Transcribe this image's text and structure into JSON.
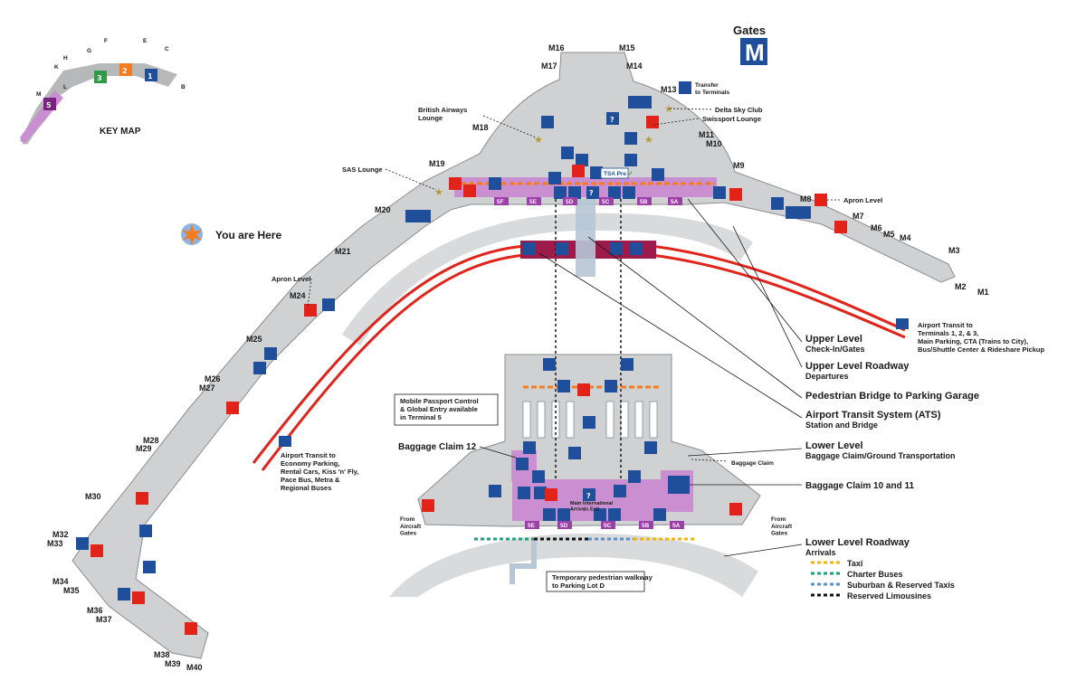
{
  "header": {
    "gates_label": "Gates",
    "concourse_letter": "M"
  },
  "key_map": {
    "title": "KEY MAP",
    "concourses": [
      "G",
      "F",
      "E",
      "C",
      "H",
      "K",
      "B",
      "L",
      "M"
    ],
    "terminals": [
      {
        "num": "1",
        "color": "#1f4e9a"
      },
      {
        "num": "2",
        "color": "#f47b20"
      },
      {
        "num": "3",
        "color": "#2e9a4a"
      },
      {
        "num": "5",
        "color": "#7a2182"
      }
    ]
  },
  "you_are_here": "You are Here",
  "gates": [
    "M1",
    "M2",
    "M3",
    "M4",
    "M5",
    "M6",
    "M7",
    "M8",
    "M9",
    "M10",
    "M11",
    "M13",
    "M14",
    "M15",
    "M16",
    "M17",
    "M18",
    "M19",
    "M20",
    "M21",
    "M24",
    "M25",
    "M26",
    "M27",
    "M28",
    "M29",
    "M30",
    "M32",
    "M33",
    "M34",
    "M35",
    "M36",
    "M37",
    "M38",
    "M39",
    "M40"
  ],
  "lounges": {
    "british_airways": "British Airways\nLounge",
    "delta": "Delta Sky Club",
    "swissport": "Swissport Lounge",
    "sas": "SAS Lounge",
    "transfer": "Transfer\nto Terminals"
  },
  "apron_levels": [
    "Apron Level",
    "Apron Level"
  ],
  "doors_upper": [
    "5F",
    "5E",
    "5D",
    "5C",
    "5B",
    "5A"
  ],
  "doors_lower": [
    "5E",
    "5D",
    "5C",
    "5B",
    "5A"
  ],
  "tsa_pre": "TSA Pre",
  "notes": {
    "mobile_passport": "Mobile Passport Control\n& Global Entry available\nin Terminal 5",
    "baggage_claim_12": "Baggage Claim 12",
    "baggage_claim_small": "Baggage Claim",
    "main_intl_exit": "Main International\nArrivals Exit",
    "from_aircraft_gates": "From\nAircraft\nGates",
    "temp_walkway": "Temporary pedestrian walkway\nto Parking Lot D",
    "transit_economy": "Airport Transit to\nEconomy Parking,\nRental Cars, Kiss 'n' Fly,\nPace Bus, Metra &\nRegional Buses",
    "transit_terminals": "Airport Transit to\nTerminals 1, 2, & 3,\nMain Parking, CTA (Trains to City),\nBus/Shuttle Center & Rideshare Pickup"
  },
  "legend": [
    {
      "title": "Upper Level",
      "sub": "Check-In/Gates"
    },
    {
      "title": "Upper Level Roadway",
      "sub": "Departures"
    },
    {
      "title": "Pedestrian Bridge to Parking Garage",
      "sub": ""
    },
    {
      "title": "Airport Transit System (ATS)",
      "sub": "Station and Bridge"
    },
    {
      "title": "Lower Level",
      "sub": "Baggage Claim/Ground Transportation"
    },
    {
      "title": "Baggage Claim 10 and 11",
      "sub": ""
    },
    {
      "title": "Lower Level Roadway",
      "sub": "Arrivals"
    }
  ],
  "arrivals_legend": [
    {
      "label": "Taxi",
      "color": "#f4b400"
    },
    {
      "label": "Charter Buses",
      "color": "#1aa37a"
    },
    {
      "label": "Suburban & Reserved Taxis",
      "color": "#5b8fc9"
    },
    {
      "label": "Reserved Limousines",
      "color": "#111111"
    }
  ],
  "colors": {
    "terminal_gray": "#cfd1d2",
    "purple": "#c98fd1",
    "transit_red": "#e2231a",
    "icon_blue": "#1f4e9a",
    "road_gray": "#d8dadb"
  }
}
